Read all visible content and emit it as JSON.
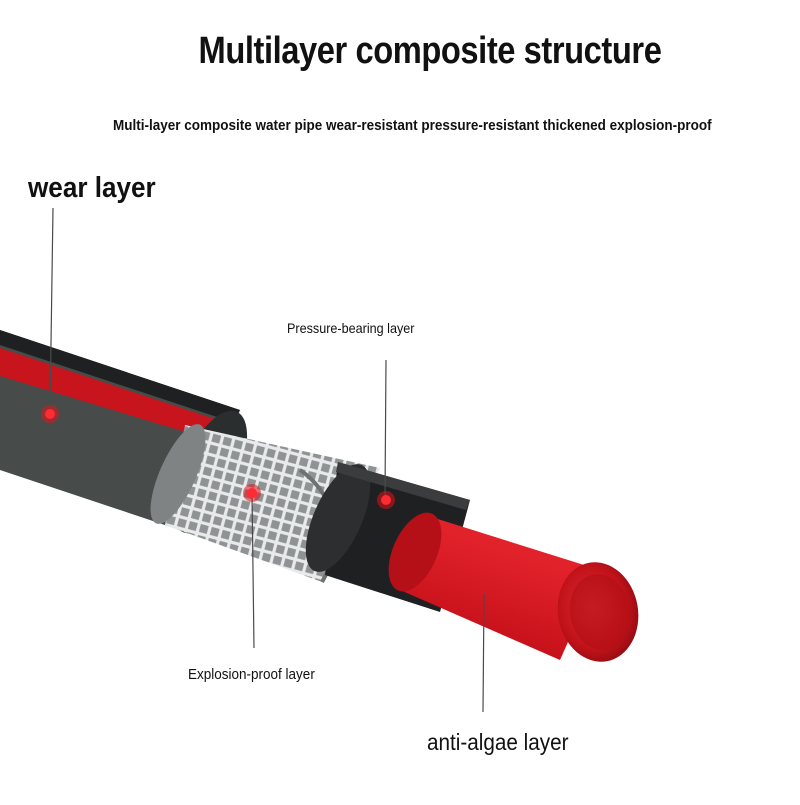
{
  "title": "Multilayer composite structure",
  "subtitle": "Multi-layer composite water pipe wear-resistant pressure-resistant thickened explosion-proof",
  "layers": {
    "wear": "wear layer",
    "pressure_bearing": "Pressure-bearing layer",
    "explosion_proof": "Explosion-proof layer",
    "anti_algae": "anti-algae layer"
  },
  "colors": {
    "outer_jacket": "#4a4f4e",
    "red_stripe": "#c8141c",
    "braid": "#bfc1c2",
    "inner_black": "#1e1f20",
    "inner_red": "#d4111b",
    "marker": "#e0121c"
  }
}
